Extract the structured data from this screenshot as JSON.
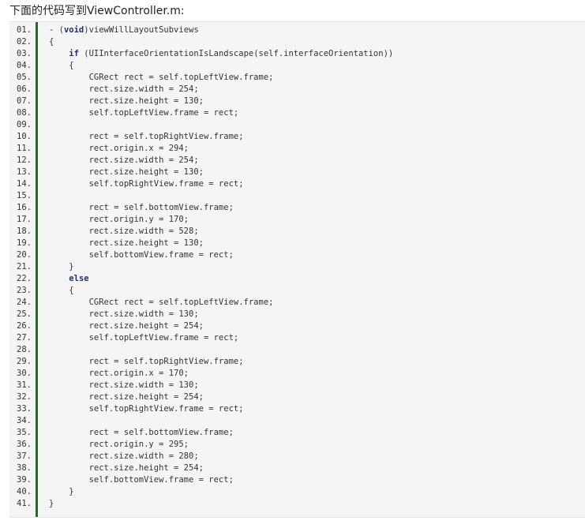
{
  "intro_text": "下面的代码写到ViewController.m:",
  "colors": {
    "gutter_border": "#1e6e1e",
    "keyword": "#1f2f6f",
    "code_background": "#f5f5f5",
    "text": "#333333"
  },
  "keywords": [
    "void",
    "if",
    "else"
  ],
  "code_lines": [
    {
      "no": "01.",
      "text": "- (void)viewWillLayoutSubviews"
    },
    {
      "no": "02.",
      "text": "{"
    },
    {
      "no": "03.",
      "text": "    if (UIInterfaceOrientationIsLandscape(self.interfaceOrientation))"
    },
    {
      "no": "04.",
      "text": "    {"
    },
    {
      "no": "05.",
      "text": "        CGRect rect = self.topLeftView.frame;"
    },
    {
      "no": "06.",
      "text": "        rect.size.width = 254;"
    },
    {
      "no": "07.",
      "text": "        rect.size.height = 130;"
    },
    {
      "no": "08.",
      "text": "        self.topLeftView.frame = rect;"
    },
    {
      "no": "09.",
      "text": ""
    },
    {
      "no": "10.",
      "text": "        rect = self.topRightView.frame;"
    },
    {
      "no": "11.",
      "text": "        rect.origin.x = 294;"
    },
    {
      "no": "12.",
      "text": "        rect.size.width = 254;"
    },
    {
      "no": "13.",
      "text": "        rect.size.height = 130;"
    },
    {
      "no": "14.",
      "text": "        self.topRightView.frame = rect;"
    },
    {
      "no": "15.",
      "text": ""
    },
    {
      "no": "16.",
      "text": "        rect = self.bottomView.frame;"
    },
    {
      "no": "17.",
      "text": "        rect.origin.y = 170;"
    },
    {
      "no": "18.",
      "text": "        rect.size.width = 528;"
    },
    {
      "no": "19.",
      "text": "        rect.size.height = 130;"
    },
    {
      "no": "20.",
      "text": "        self.bottomView.frame = rect;"
    },
    {
      "no": "21.",
      "text": "    }"
    },
    {
      "no": "22.",
      "text": "    else"
    },
    {
      "no": "23.",
      "text": "    {"
    },
    {
      "no": "24.",
      "text": "        CGRect rect = self.topLeftView.frame;"
    },
    {
      "no": "25.",
      "text": "        rect.size.width = 130;"
    },
    {
      "no": "26.",
      "text": "        rect.size.height = 254;"
    },
    {
      "no": "27.",
      "text": "        self.topLeftView.frame = rect;"
    },
    {
      "no": "28.",
      "text": ""
    },
    {
      "no": "29.",
      "text": "        rect = self.topRightView.frame;"
    },
    {
      "no": "30.",
      "text": "        rect.origin.x = 170;"
    },
    {
      "no": "31.",
      "text": "        rect.size.width = 130;"
    },
    {
      "no": "32.",
      "text": "        rect.size.height = 254;"
    },
    {
      "no": "33.",
      "text": "        self.topRightView.frame = rect;"
    },
    {
      "no": "34.",
      "text": ""
    },
    {
      "no": "35.",
      "text": "        rect = self.bottomView.frame;"
    },
    {
      "no": "36.",
      "text": "        rect.origin.y = 295;"
    },
    {
      "no": "37.",
      "text": "        rect.size.width = 280;"
    },
    {
      "no": "38.",
      "text": "        rect.size.height = 254;"
    },
    {
      "no": "39.",
      "text": "        self.bottomView.frame = rect;"
    },
    {
      "no": "40.",
      "text": "    }"
    },
    {
      "no": "41.",
      "text": "}"
    }
  ]
}
